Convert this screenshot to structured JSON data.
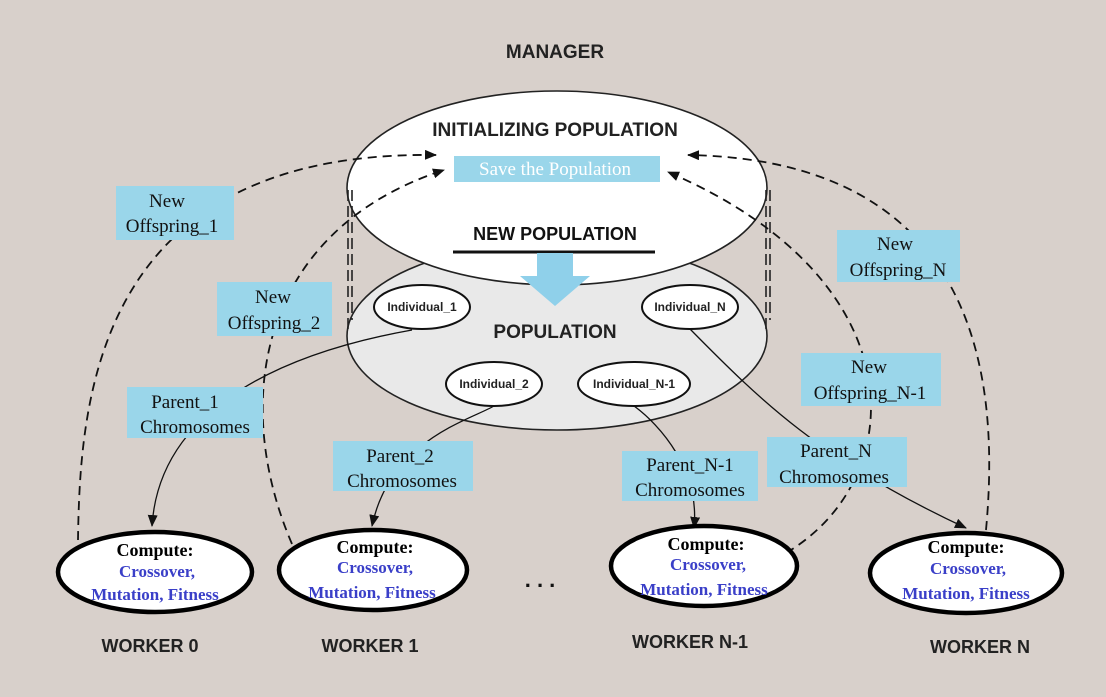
{
  "manager": {
    "title": "MANAGER",
    "init_label": "INITIALIZING POPULATION",
    "save_label": "Save the Population",
    "new_pop_label": "NEW POPULATION",
    "pop_label": "POPULATION"
  },
  "individuals": [
    "Individual_1",
    "Individual_N",
    "Individual_2",
    "Individual_N-1"
  ],
  "offspring_labels": [
    {
      "line1": "New",
      "line2": "Offspring_1"
    },
    {
      "line1": "New",
      "line2": "Offspring_2"
    },
    {
      "line1": "New",
      "line2": "Offspring_N"
    },
    {
      "line1": "New",
      "line2": "Offspring_N-1"
    }
  ],
  "parent_labels": [
    {
      "line1": "Parent_1",
      "line2": "Chromosomes"
    },
    {
      "line1": "Parent_2",
      "line2": "Chromosomes"
    },
    {
      "line1": "Parent_N-1",
      "line2": "Chromosomes"
    },
    {
      "line1": "Parent_N",
      "line2": "Chromosomes"
    }
  ],
  "worker_text": {
    "compute": "Compute:",
    "line1": "Crossover,",
    "line2": "Mutation, Fitness"
  },
  "workers": [
    "WORKER 0",
    "WORKER 1",
    "WORKER N-1",
    "WORKER N"
  ],
  "ellipsis": ". . .",
  "colors": {
    "background": "#d8d0cb",
    "label_box": "#9ad6ea",
    "arrow_fill": "#8fd0ea",
    "worker_text": "#3a3fc8"
  }
}
